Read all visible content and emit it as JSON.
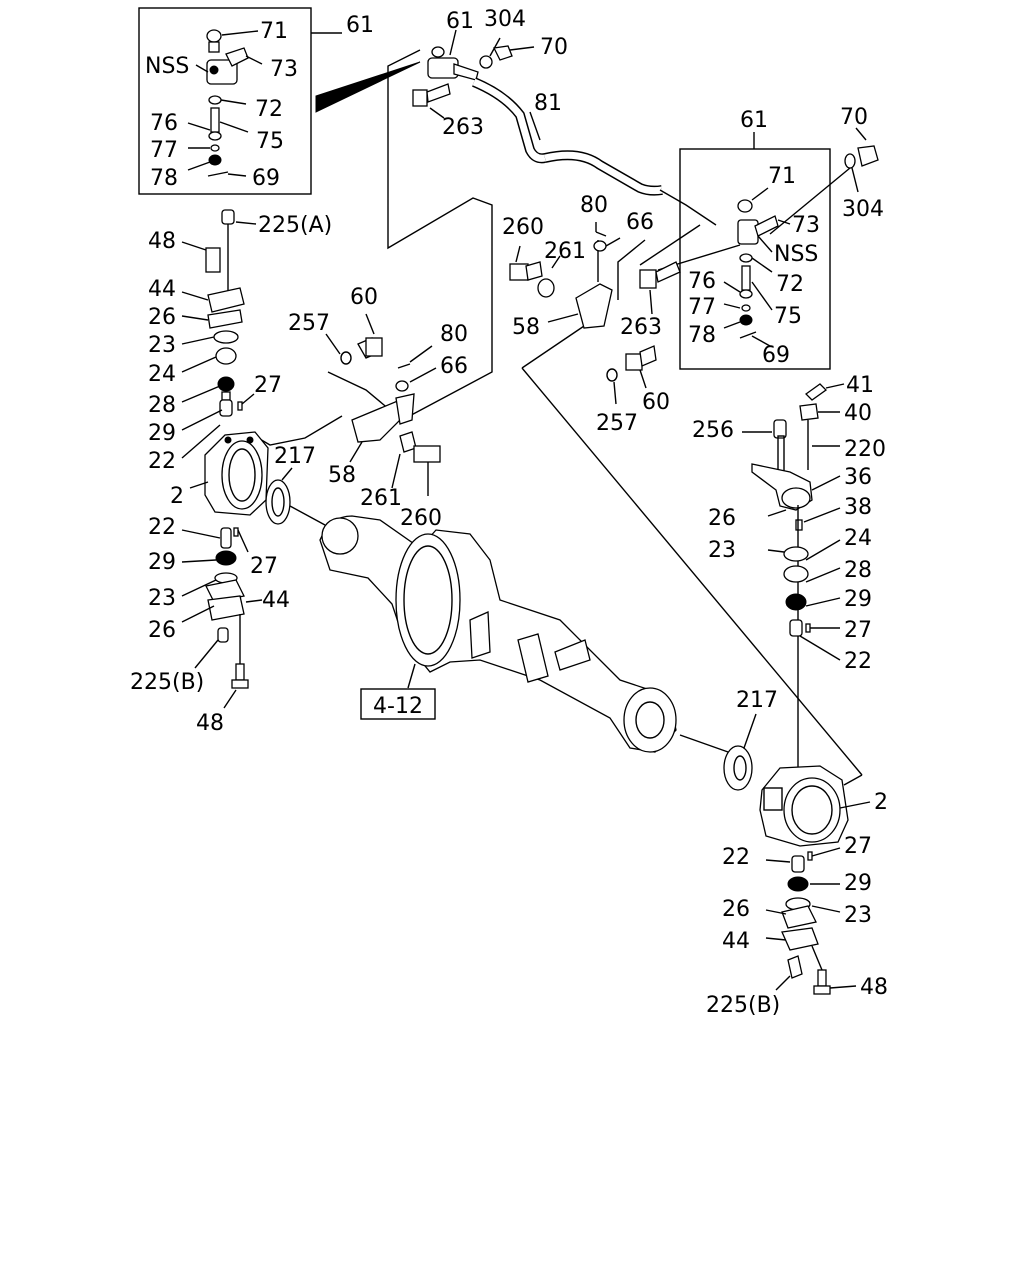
{
  "diagram": {
    "reference_box": "4-12",
    "labels": [
      {
        "id": "l71a",
        "text": "71"
      },
      {
        "id": "l61a",
        "text": "61"
      },
      {
        "id": "l61b",
        "text": "61"
      },
      {
        "id": "l304a",
        "text": "304"
      },
      {
        "id": "l70a",
        "text": "70"
      },
      {
        "id": "lNSSa",
        "text": "NSS"
      },
      {
        "id": "l73a",
        "text": "73"
      },
      {
        "id": "l72a",
        "text": "72"
      },
      {
        "id": "l76a",
        "text": "76"
      },
      {
        "id": "l75a",
        "text": "75"
      },
      {
        "id": "l77a",
        "text": "77"
      },
      {
        "id": "l78a",
        "text": "78"
      },
      {
        "id": "l69a",
        "text": "69"
      },
      {
        "id": "l263a",
        "text": "263"
      },
      {
        "id": "l81",
        "text": "81"
      },
      {
        "id": "l61c",
        "text": "61"
      },
      {
        "id": "l70b",
        "text": "70"
      },
      {
        "id": "l304b",
        "text": "304"
      },
      {
        "id": "l71b",
        "text": "71"
      },
      {
        "id": "l73b",
        "text": "73"
      },
      {
        "id": "lNSSb",
        "text": "NSS"
      },
      {
        "id": "l72b",
        "text": "72"
      },
      {
        "id": "l76b",
        "text": "76"
      },
      {
        "id": "l75b",
        "text": "75"
      },
      {
        "id": "l77b",
        "text": "77"
      },
      {
        "id": "l78b",
        "text": "78"
      },
      {
        "id": "l69b",
        "text": "69"
      },
      {
        "id": "l263b",
        "text": "263"
      },
      {
        "id": "l225A",
        "text": "225(A)"
      },
      {
        "id": "l48a",
        "text": "48"
      },
      {
        "id": "l44a",
        "text": "44"
      },
      {
        "id": "l26a",
        "text": "26"
      },
      {
        "id": "l23a",
        "text": "23"
      },
      {
        "id": "l24a",
        "text": "24"
      },
      {
        "id": "l28a",
        "text": "28"
      },
      {
        "id": "l27a",
        "text": "27"
      },
      {
        "id": "l29a",
        "text": "29"
      },
      {
        "id": "l22a",
        "text": "22"
      },
      {
        "id": "l2a",
        "text": "2"
      },
      {
        "id": "l217a",
        "text": "217"
      },
      {
        "id": "l22b",
        "text": "22"
      },
      {
        "id": "l29b",
        "text": "29"
      },
      {
        "id": "l27b",
        "text": "27"
      },
      {
        "id": "l23b",
        "text": "23"
      },
      {
        "id": "l44b",
        "text": "44"
      },
      {
        "id": "l26b",
        "text": "26"
      },
      {
        "id": "l225Ba",
        "text": "225(B)"
      },
      {
        "id": "l48b",
        "text": "48"
      },
      {
        "id": "l60a",
        "text": "60"
      },
      {
        "id": "l257a",
        "text": "257"
      },
      {
        "id": "l80a",
        "text": "80"
      },
      {
        "id": "l66a",
        "text": "66"
      },
      {
        "id": "l58a",
        "text": "58"
      },
      {
        "id": "l261a",
        "text": "261"
      },
      {
        "id": "l260a",
        "text": "260"
      },
      {
        "id": "l80b",
        "text": "80"
      },
      {
        "id": "l66b",
        "text": "66"
      },
      {
        "id": "l260b",
        "text": "260"
      },
      {
        "id": "l261b",
        "text": "261"
      },
      {
        "id": "l58b",
        "text": "58"
      },
      {
        "id": "l257b",
        "text": "257"
      },
      {
        "id": "l60b",
        "text": "60"
      },
      {
        "id": "l41",
        "text": "41"
      },
      {
        "id": "l40",
        "text": "40"
      },
      {
        "id": "l256",
        "text": "256"
      },
      {
        "id": "l220",
        "text": "220"
      },
      {
        "id": "l36",
        "text": "36"
      },
      {
        "id": "l38",
        "text": "38"
      },
      {
        "id": "l26c",
        "text": "26"
      },
      {
        "id": "l24b",
        "text": "24"
      },
      {
        "id": "l23c",
        "text": "23"
      },
      {
        "id": "l28b",
        "text": "28"
      },
      {
        "id": "l29c",
        "text": "29"
      },
      {
        "id": "l27c",
        "text": "27"
      },
      {
        "id": "l22c",
        "text": "22"
      },
      {
        "id": "l217b",
        "text": "217"
      },
      {
        "id": "l2b",
        "text": "2"
      },
      {
        "id": "l27d",
        "text": "27"
      },
      {
        "id": "l22d",
        "text": "22"
      },
      {
        "id": "l29d",
        "text": "29"
      },
      {
        "id": "l26d",
        "text": "26"
      },
      {
        "id": "l23d",
        "text": "23"
      },
      {
        "id": "l44c",
        "text": "44"
      },
      {
        "id": "l48c",
        "text": "48"
      },
      {
        "id": "l225Bb",
        "text": "225(B)"
      }
    ]
  }
}
